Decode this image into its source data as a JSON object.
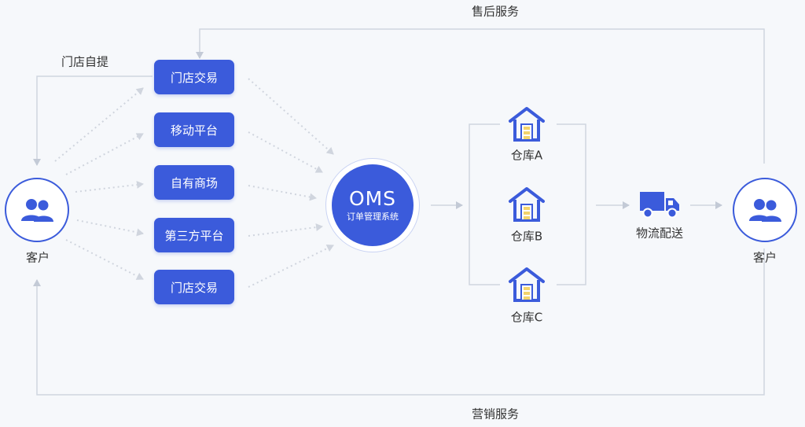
{
  "customers": {
    "left_label": "客户",
    "right_label": "客户"
  },
  "flows": {
    "store_pickup": "门店自提",
    "after_sales": "售后服务",
    "marketing": "营销服务"
  },
  "channels": [
    {
      "label": "门店交易"
    },
    {
      "label": "移动平台"
    },
    {
      "label": "自有商场"
    },
    {
      "label": "第三方平台"
    },
    {
      "label": "门店交易"
    }
  ],
  "oms": {
    "title": "OMS",
    "subtitle": "订单管理系统"
  },
  "warehouses": [
    {
      "label": "仓库A"
    },
    {
      "label": "仓库B"
    },
    {
      "label": "仓库C"
    }
  ],
  "logistics": {
    "label": "物流配送"
  },
  "colors": {
    "primary": "#3b5bdb",
    "line": "#cfd6e0",
    "dotted": "#c8ced8",
    "background": "#f6f8fb",
    "warehouse_accent": "#f3d36b"
  }
}
